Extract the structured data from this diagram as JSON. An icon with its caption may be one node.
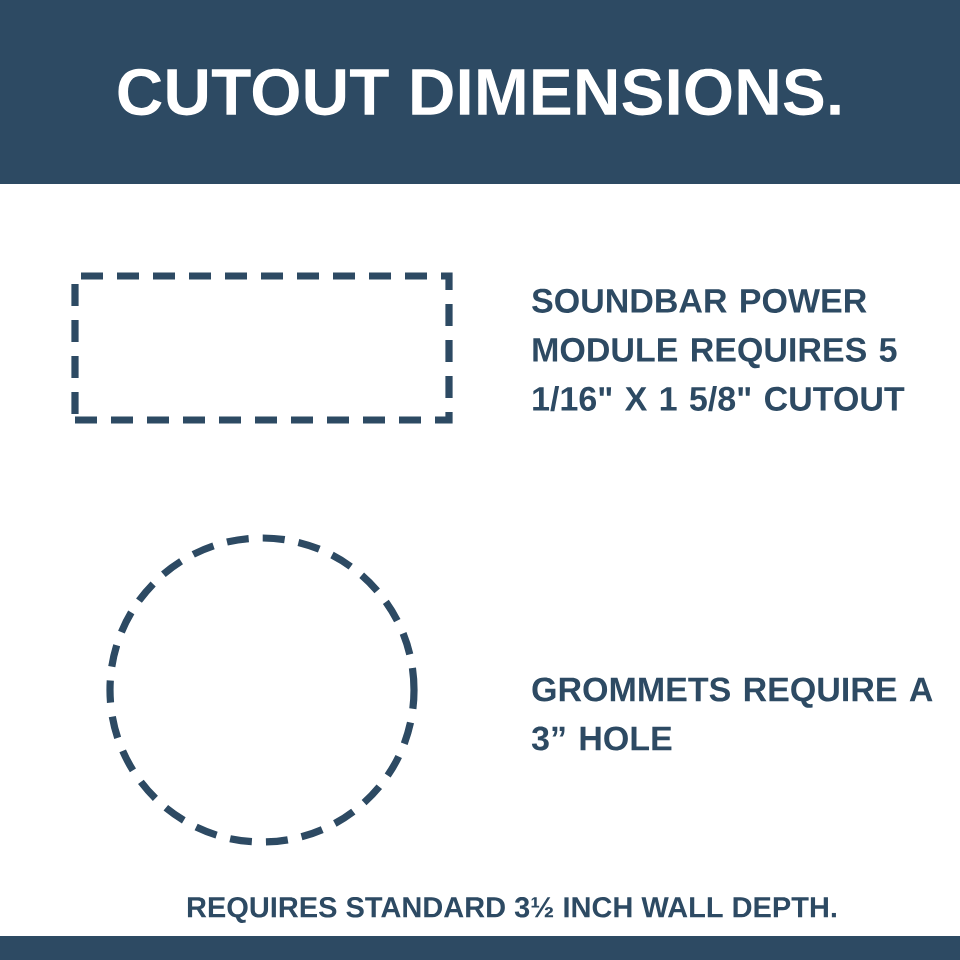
{
  "diagram": {
    "title": "CUTOUT DIMENSIONS.",
    "nodes": [
      {
        "text": [],
        "shape": "box",
        "beside": [
          "SOUNDBAR POWER MODULE REQUIRES 5 1/16\" X 1 5/8\" CUTOUT"
        ]
      },
      {
        "text": [],
        "shape": "circle",
        "beside": [
          "GROMMETS REQUIRE A 3” HOLE"
        ]
      }
    ],
    "labels": [
      "REQUIRES STANDARD 3½ INCH WALL DEPTH."
    ]
  }
}
